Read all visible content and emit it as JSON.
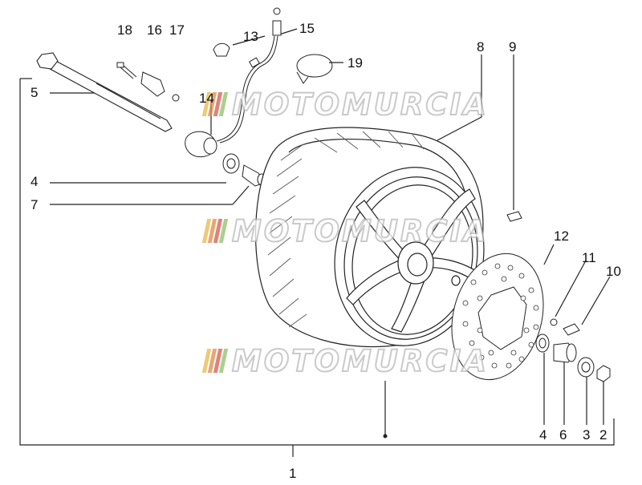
{
  "diagram": {
    "callouts": {
      "c1": "1",
      "c2": "2",
      "c3": "3",
      "c4a": "4",
      "c4b": "4",
      "c5": "5",
      "c6": "6",
      "c7": "7",
      "c8": "8",
      "c9": "9",
      "c10": "10",
      "c11": "11",
      "c12": "12",
      "c13": "13",
      "c14": "14",
      "c15": "15",
      "c16": "16",
      "c17": "17",
      "c18": "18",
      "c19": "19"
    },
    "watermark": {
      "text": "MOTOMURCIA",
      "flag_colors": [
        "#e5b84a",
        "#e08a4a",
        "#d65a4a",
        "#8fbf6a"
      ]
    }
  }
}
